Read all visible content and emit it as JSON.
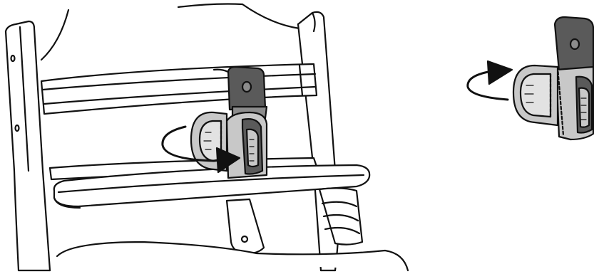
{
  "figure": {
    "panels": [
      {
        "name": "main-view",
        "depicts": [
          "high-chair",
          "tray",
          "safety-harness-clip",
          "rotation-arrow"
        ]
      },
      {
        "name": "detail-view",
        "depicts": [
          "safety-harness-clip",
          "rotation-arrow"
        ]
      }
    ]
  },
  "colors": {
    "outline": "#111111",
    "clip_dark": "#5a5a5a",
    "clip_mid": "#8c8c8c",
    "clip_light": "#c8c8c8",
    "clip_pale": "#e2e2e2",
    "arrow": "#111111"
  }
}
